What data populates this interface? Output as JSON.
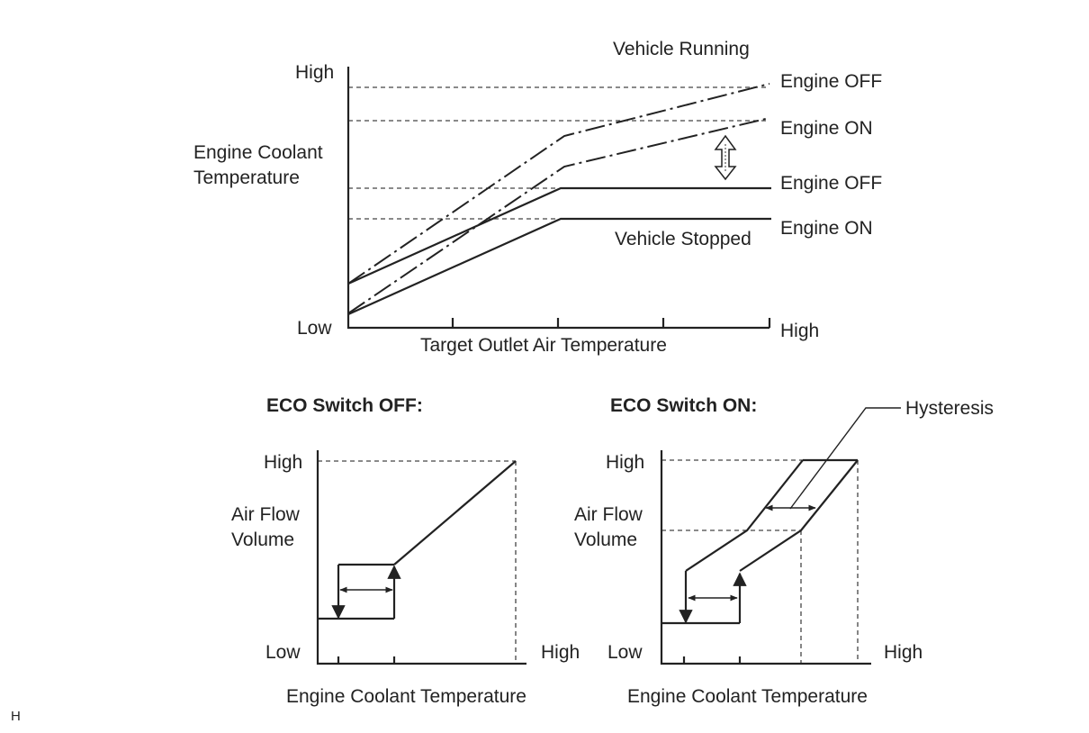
{
  "top_chart": {
    "y_high": "High",
    "y_low": "Low",
    "x_high": "High",
    "y_axis_label_line1": "Engine Coolant",
    "y_axis_label_line2": "Temperature",
    "x_axis_label": "Target Outlet Air Temperature",
    "group_running": "Vehicle Running",
    "group_stopped": "Vehicle Stopped",
    "running_engine_off": "Engine OFF",
    "running_engine_on": "Engine ON",
    "stopped_engine_off": "Engine OFF",
    "stopped_engine_on": "Engine ON"
  },
  "eco_off_chart": {
    "title": "ECO Switch OFF:",
    "y_high": "High",
    "y_low": "Low",
    "x_high": "High",
    "y_axis_label_line1": "Air Flow",
    "y_axis_label_line2": "Volume",
    "x_axis_label": "Engine Coolant Temperature"
  },
  "eco_on_chart": {
    "title": "ECO Switch ON:",
    "y_high": "High",
    "y_low": "Low",
    "x_high": "High",
    "y_axis_label_line1": "Air Flow",
    "y_axis_label_line2": "Volume",
    "x_axis_label": "Engine Coolant Temperature",
    "callout": "Hysteresis"
  },
  "figure_code": "H"
}
